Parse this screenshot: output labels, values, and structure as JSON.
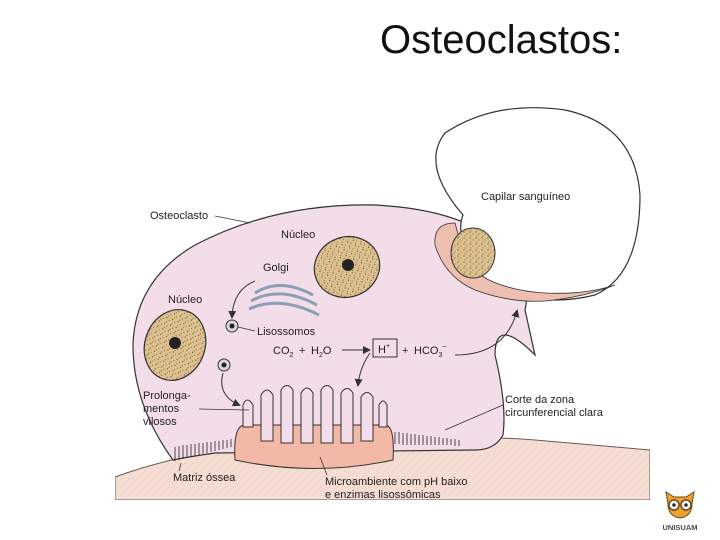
{
  "slide": {
    "title": "Osteoclastos:"
  },
  "diagram": {
    "labels": {
      "osteoclast": "Osteoclasto",
      "nucleus_top": "Núcleo",
      "golgi": "Golgi",
      "nucleus_left": "Núcleo",
      "lysosomes": "Lisossomos",
      "villi_line1": "Prolonga-",
      "villi_line2": "mentos",
      "villi_line3": "vilosos",
      "capillary": "Capilar sanguíneo",
      "zone_line1": "Corte da zona",
      "zone_line2": "circunferencial clara",
      "bone_matrix": "Matriz óssea",
      "micro_line1": "Microambiente com pH baixo",
      "micro_line2": "e enzimas lisossômicas"
    },
    "reaction": {
      "co2": "CO",
      "co2_sub": "2",
      "plus1": "+",
      "h2o": "H",
      "h2o_sub": "2",
      "h2o_end": "O",
      "hplus": "H",
      "hplus_sup": "+",
      "plus2": "+",
      "hco3": "HCO",
      "hco3_sub": "3",
      "hco3_sup": "–"
    },
    "colors": {
      "cell": "#f2dde8",
      "bone": "#f6ddd3",
      "villi": "#f2b9a6",
      "nucleus": "#dcc08e",
      "capillary_wall": "#eebfb0"
    }
  },
  "logo": {
    "text": "UNISUAM"
  }
}
